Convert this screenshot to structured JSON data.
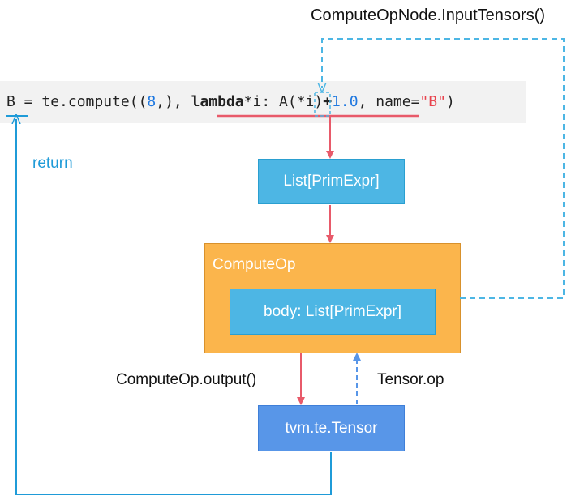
{
  "labels": {
    "input_tensors": "ComputeOpNode.InputTensors()",
    "return": "return",
    "output": "ComputeOp.output()",
    "tensor_op": "Tensor.op"
  },
  "code": {
    "b": "B",
    "eq": " = ",
    "call": "te.compute((",
    "eight": "8",
    "tuple_end": ",), ",
    "lambda_kw": "lambda",
    "star_i": "*i: ",
    "a": "A",
    "a_args": "(*i)",
    "plus": "+",
    "one": "1.0",
    "name_part": ", name=",
    "q1": "\"",
    "b_str": "B",
    "q2": "\"",
    "close": ")"
  },
  "boxes": {
    "list_primexpr": "List[PrimExpr]",
    "computeop": "ComputeOp",
    "body": "body: List[PrimExpr]",
    "tensor": "tvm.te.Tensor"
  },
  "colors": {
    "red_arrow": "#e85a6a",
    "blue_solid": "#1f9bd8",
    "blue_dashed": "#4db6e4",
    "list_box": "#4db6e4",
    "computeop_box": "#fbb54c",
    "tensor_box": "#5896e8"
  }
}
